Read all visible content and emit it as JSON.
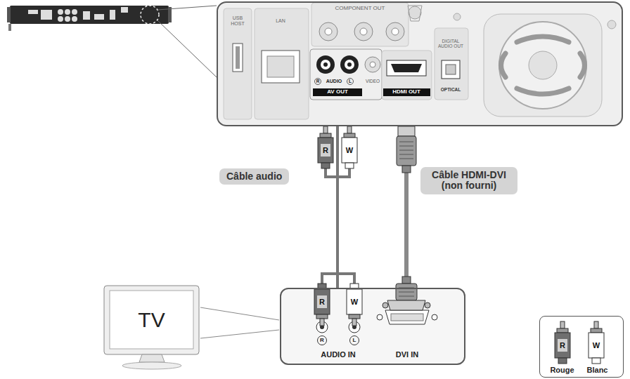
{
  "diagram": {
    "nodes": [
      {
        "text": [
          "USB HOST",
          "LAN",
          "COMPONENT OUT",
          "R",
          "AUDIO",
          "L",
          "AV OUT",
          "VIDEO",
          "HDMI OUT",
          "DIGITAL AUDIO OUT",
          "OPTICAL"
        ]
      },
      {
        "text": [
          "Câble audio"
        ]
      },
      {
        "text": [
          "Câble HDMI-DVI (non fourni)"
        ]
      },
      {
        "text": [
          "R",
          "L",
          "AUDIO IN",
          "DVI IN"
        ]
      },
      {
        "text": [
          "TV"
        ]
      }
    ],
    "edges": [
      {
        "from": 0,
        "to": 3,
        "arrow": "none"
      },
      {
        "from": 0,
        "to": 3,
        "arrow": "none"
      }
    ],
    "labels": [
      "R",
      "W",
      "R",
      "W",
      "R",
      "W"
    ],
    "legend": [
      {
        "text": "Rouge"
      },
      {
        "text": "Blanc"
      }
    ]
  }
}
